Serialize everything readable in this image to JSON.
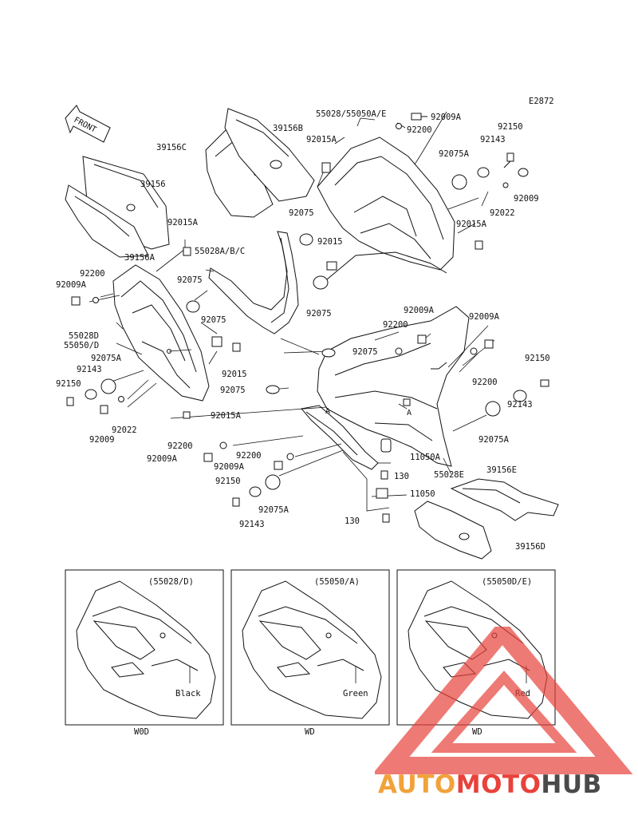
{
  "diagram_code": "E2872",
  "front_label": "FRONT",
  "callouts": {
    "c55028_55050AE": "55028/55050A/E",
    "c92009A_top": "92009A",
    "c92200_top": "92200",
    "c39156B": "39156B",
    "c92015A_top": "92015A",
    "c92150_topright": "92150",
    "c92143_topright": "92143",
    "c92075A_topright": "92075A",
    "c39156C": "39156C",
    "c92009_topright": "92009",
    "c92022_topright": "92022",
    "c39156": "39156",
    "c92075_center": "92075",
    "c92015A_right": "92015A",
    "c92015A_left": "92015A",
    "c92015_center": "92015",
    "c55028ABC": "55028A/B/C",
    "c39156A": "39156A",
    "c92200_left": "92200",
    "c92009A_left": "92009A",
    "c92075_left1": "92075",
    "c92075_mid": "92075",
    "c92009A_mid": "92009A",
    "c92009A_right": "92009A",
    "c92075_left2": "92075",
    "c92200_mid": "92200",
    "c55028D_55050D": "55028D",
    "c55050D": "55050/D",
    "c92075A_left": "92075A",
    "c92075_center2": "92075",
    "c92150_right": "92150",
    "c92143_left": "92143",
    "c92015_left": "92015",
    "c92200_right": "92200",
    "c92150_left": "92150",
    "c92075_bottom": "92075",
    "c92143_right": "92143",
    "c92015A_bottom": "92015A",
    "c92022_left": "92022",
    "c92075A_right": "92075A",
    "c92009_left": "92009",
    "c92200_b1": "92200",
    "c92009A_b1": "92009A",
    "c92200_b2": "92200",
    "c11050A": "11050A",
    "c92009A_b2": "92009A",
    "c55028E": "55028E",
    "c39156E": "39156E",
    "c130_a": "130",
    "c92150_b": "92150",
    "c11050": "11050",
    "c92075A_b": "92075A",
    "c92143_b": "92143",
    "c130_b": "130",
    "c39156D": "39156D",
    "c_A1": "A",
    "c_A2": "A"
  },
  "insets": [
    {
      "part": "(55028/D)",
      "color": "Black",
      "model": "W0D"
    },
    {
      "part": "(55050/A)",
      "color": "Green",
      "model": "WD"
    },
    {
      "part": "(55050D/E)",
      "color": "Red",
      "model": "WD"
    }
  ],
  "watermark": {
    "part1": "AUTO",
    "part2": "MOTO",
    "part3": "HUB"
  },
  "colors": {
    "watermark_red": "#e8423b",
    "watermark_orange": "#f2a23a",
    "watermark_gray": "#4a4a4a"
  }
}
